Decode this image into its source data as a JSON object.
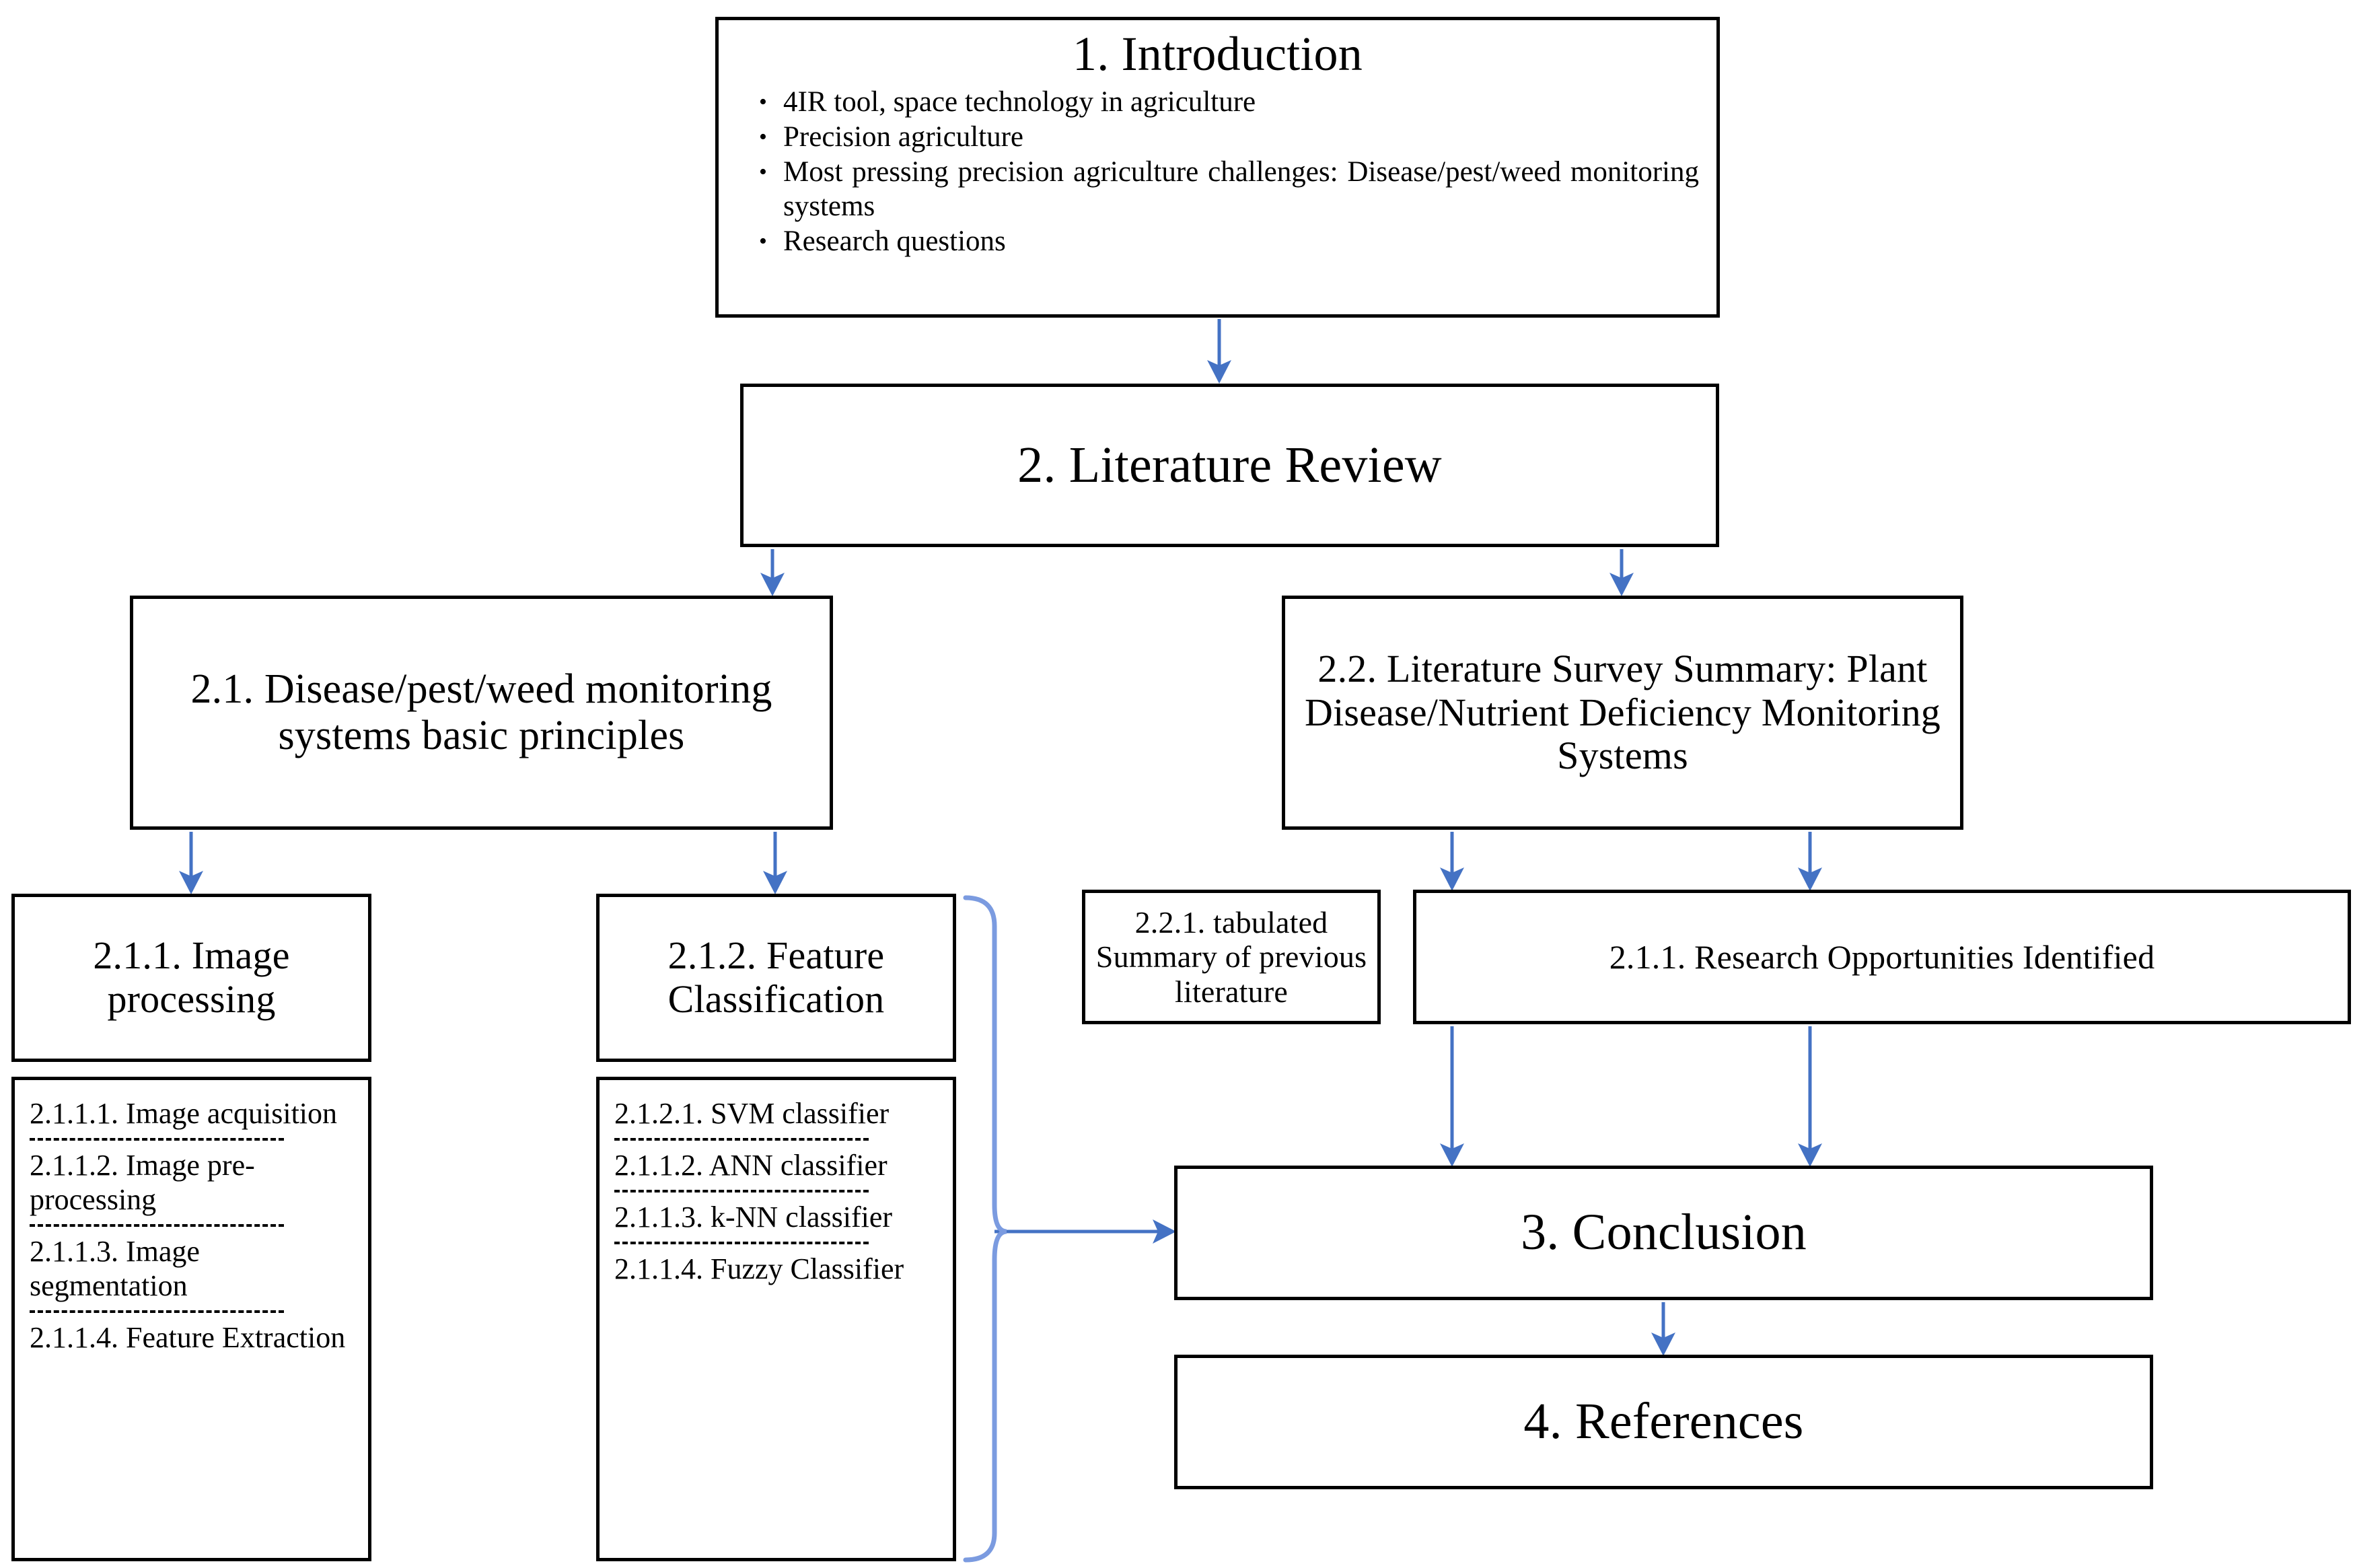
{
  "diagram": {
    "title": "Paper structure flowchart",
    "accent_color": "#4472C4",
    "box_border_color": "#000000",
    "background": "#ffffff"
  },
  "intro": {
    "title": "1. Introduction",
    "bullets": [
      "4IR tool, space technology in agriculture",
      "Precision agriculture",
      "Most pressing precision agriculture challenges: Disease/pest/weed monitoring systems",
      "Research questions"
    ],
    "bullet_glyph": "•"
  },
  "literature_review": {
    "title": "2. Literature Review"
  },
  "section_2_1": {
    "title": "2.1. Disease/pest/weed monitoring systems basic principles"
  },
  "section_2_2": {
    "title": "2.2. Literature Survey Summary: Plant Disease/Nutrient Deficiency Monitoring Systems"
  },
  "section_2_1_1": {
    "title": "2.1.1. Image processing"
  },
  "section_2_1_2": {
    "title": "2.1.2.  Feature Classification"
  },
  "section_2_2_1": {
    "title": "2.2.1. tabulated Summary of previous literature"
  },
  "research_opportunities": {
    "title": "2.1.1. Research Opportunities Identified"
  },
  "image_processing_steps": [
    "2.1.1.1. Image acquisition",
    "2.1.1.2. Image pre-processing",
    "2.1.1.3. Image segmentation",
    "2.1.1.4. Feature Extraction"
  ],
  "feature_classification_steps": [
    "2.1.2.1. SVM classifier",
    "2.1.1.2. ANN classifier",
    "2.1.1.3. k-NN classifier",
    "2.1.1.4. Fuzzy Classifier"
  ],
  "conclusion": {
    "title": "3. Conclusion"
  },
  "references": {
    "title": "4. References"
  }
}
